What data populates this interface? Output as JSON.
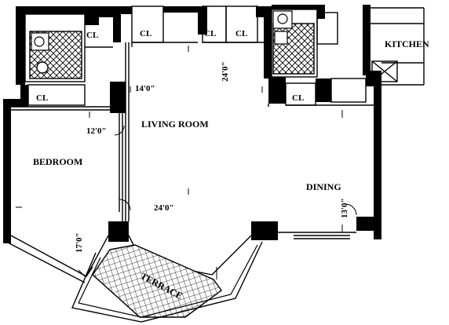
{
  "floorplan": {
    "rooms": {
      "kitchen": "KITCHEN",
      "living_room": "LIVING ROOM",
      "bedroom": "BEDROOM",
      "dining": "DINING",
      "terrace": "TERRACE"
    },
    "closet_label": "CL",
    "dimensions": {
      "living_width": "14'0\"",
      "living_depth_top": "24'0\"",
      "bedroom_width": "12'0\"",
      "living_depth_bottom": "24'0\"",
      "dining_width": "13'0\"",
      "bedroom_depth": "17'0\""
    }
  },
  "colors": {
    "wall": "#000000",
    "background": "#ffffff"
  }
}
